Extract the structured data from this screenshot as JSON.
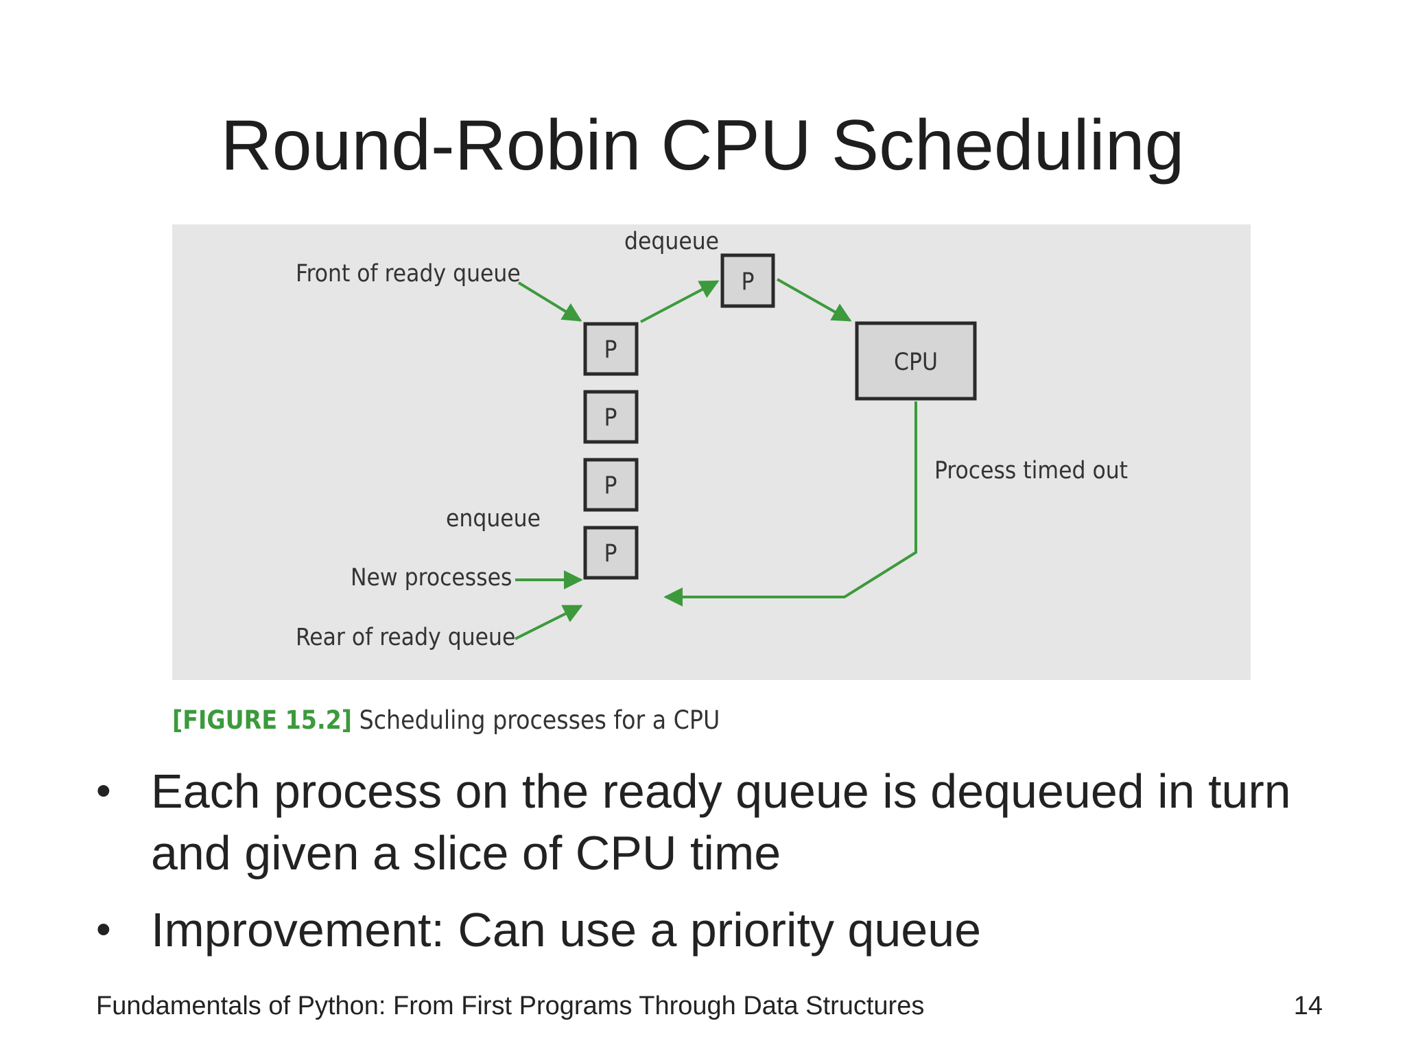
{
  "slide": {
    "title": "Round-Robin CPU Scheduling",
    "page_number": "14",
    "footer": "Fundamentals of Python: From First Programs Through Data Structures"
  },
  "figure": {
    "caption_tag": "[FIGURE 15.2]",
    "caption_text": "Scheduling processes for a CPU",
    "labels": {
      "dequeue": "dequeue",
      "front_of_ready_queue": "Front of ready queue",
      "enqueue": "enqueue",
      "new_processes": "New processes",
      "rear_of_ready_queue": "Rear of ready queue",
      "process_timed_out": "Process timed out"
    },
    "nodes": {
      "dequeued_process": "P",
      "queue_processes": [
        "P",
        "P",
        "P",
        "P"
      ],
      "cpu": "CPU"
    },
    "colors": {
      "arrow": "#3c9a3c",
      "panel_background": "#e6e6e6",
      "box_fill": "#d6d6d6",
      "box_border": "#2a2a2a"
    }
  },
  "bullets": [
    "Each process on the ready queue is dequeued in turn and given a slice of CPU time",
    "Improvement: Can use a priority queue"
  ]
}
